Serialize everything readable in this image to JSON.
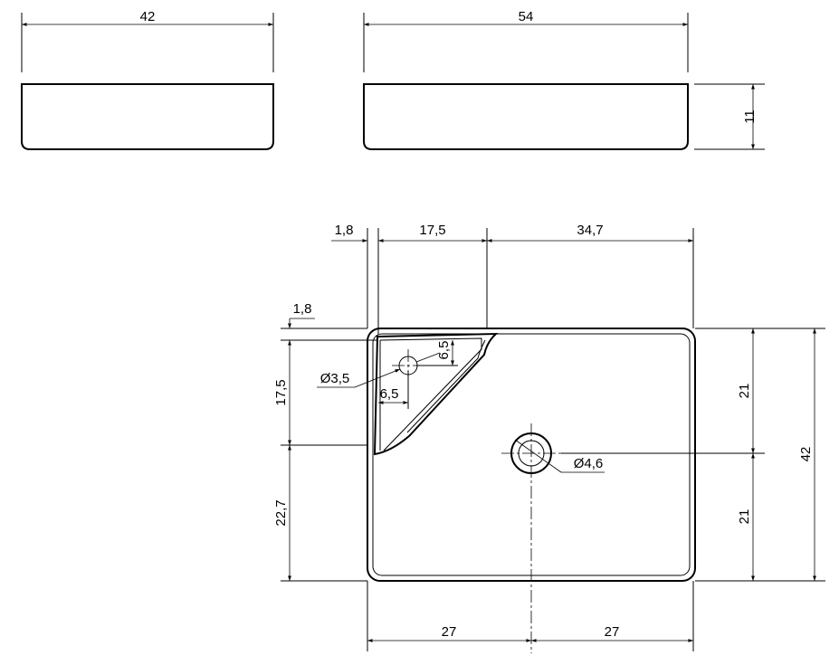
{
  "front_view": {
    "width_label": "42"
  },
  "side_view": {
    "width_label": "54",
    "height_label": "11"
  },
  "top_view": {
    "top_dims": [
      "1,8",
      "17,5",
      "34,7"
    ],
    "left_dims": [
      "1,8",
      "17,5",
      "22,7"
    ],
    "right_dims": [
      "21",
      "21",
      "42"
    ],
    "bottom_dims": [
      "27",
      "27"
    ],
    "small_hole": {
      "diameter_label": "Ø3,5",
      "offset_x_label": "6,5",
      "offset_y_label": "6,5"
    },
    "drain_hole": {
      "diameter_label": "Ø4,6"
    }
  }
}
